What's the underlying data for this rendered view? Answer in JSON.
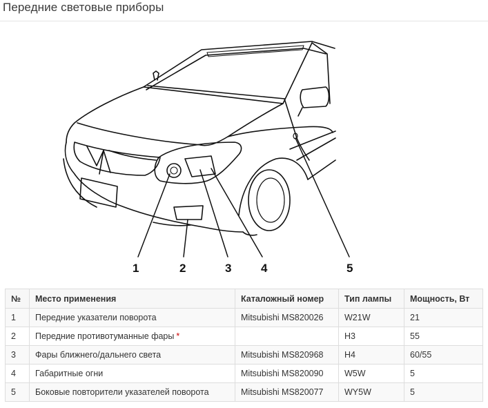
{
  "page": {
    "title": "Передние световые приборы"
  },
  "diagram": {
    "callouts": [
      "1",
      "2",
      "3",
      "4",
      "5"
    ],
    "line_color": "#111111"
  },
  "table": {
    "headers": [
      "№",
      "Место применения",
      "Каталожный номер",
      "Тип лампы",
      "Мощность, Вт"
    ],
    "rows": [
      {
        "num": "1",
        "place": "Передние указатели поворота",
        "note": "",
        "catalog": "Mitsubishi MS820026",
        "lamp": "W21W",
        "power": "21"
      },
      {
        "num": "2",
        "place": "Передние противотуманные фары",
        "note": "*",
        "catalog": "",
        "lamp": "H3",
        "power": "55"
      },
      {
        "num": "3",
        "place": "Фары ближнего/дальнего света",
        "note": "",
        "catalog": "Mitsubishi MS820968",
        "lamp": "H4",
        "power": "60/55"
      },
      {
        "num": "4",
        "place": "Габаритные огни",
        "note": "",
        "catalog": "Mitsubishi MS820090",
        "lamp": "W5W",
        "power": "5"
      },
      {
        "num": "5",
        "place": "Боковые повторители указателей поворота",
        "note": "",
        "catalog": "Mitsubishi MS820077",
        "lamp": "WY5W",
        "power": "5"
      }
    ],
    "colors": {
      "asterisk": "#cc0000",
      "border": "#dddddd",
      "header_bg": "#f7f7f7"
    }
  }
}
